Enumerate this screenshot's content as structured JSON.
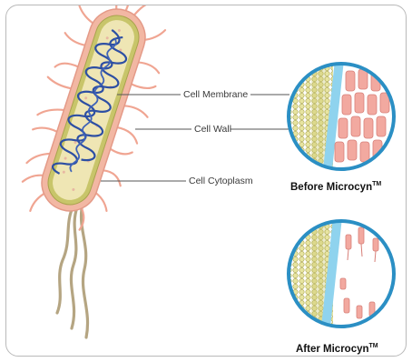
{
  "labels": {
    "membrane": "Cell Membrane",
    "wall": "Cell Wall",
    "cytoplasm": "Cell Cytoplasm"
  },
  "captions": {
    "before": "Before Microcyn",
    "after": "After Microcyn",
    "trademark": "TM"
  },
  "colors": {
    "capsule_outer": "#f2b7a3",
    "cell_wall": "#e8a08f",
    "membrane": "#c8c56a",
    "cytoplasm": "#efe6b4",
    "dna": "#2d4fa3",
    "flagella": "#b5a582",
    "pili": "#f0a592",
    "zoom_ring": "#2b8fc4",
    "membrane_fluid": "#8fd3ee"
  }
}
